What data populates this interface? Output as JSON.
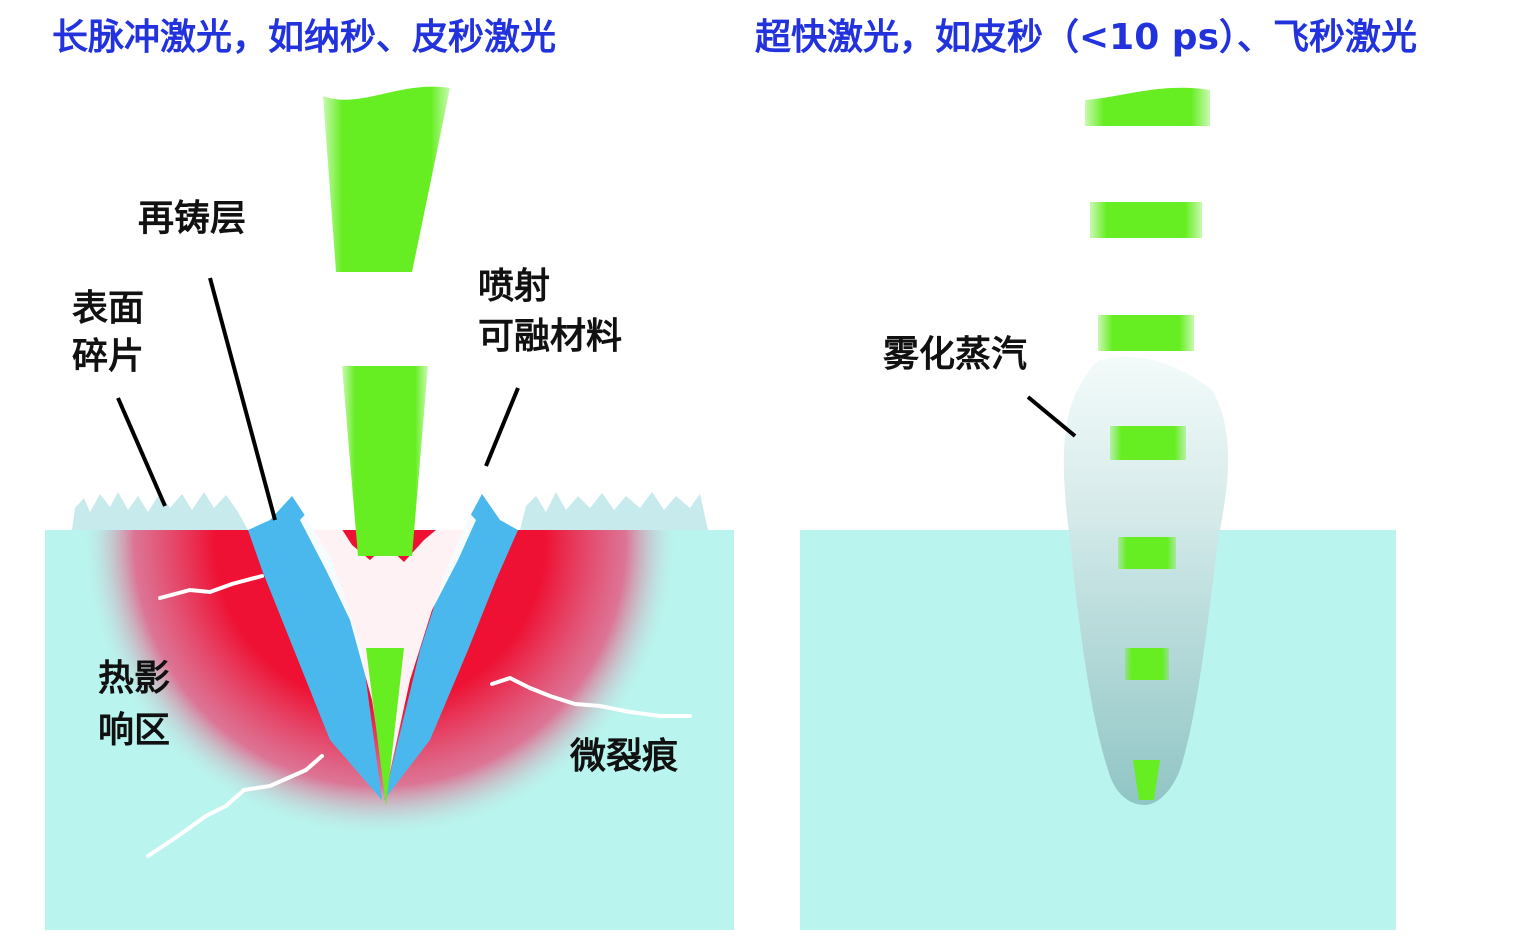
{
  "titles": {
    "left": "长脉冲激光，如纳秒、皮秒激光",
    "right": "超快激光，如皮秒（<10 ps）、飞秒激光"
  },
  "labels": {
    "recast_layer": "再铸层",
    "surface_debris_1": "表面",
    "surface_debris_2": "碎片",
    "ejected_1": "喷射",
    "ejected_2": "可融材料",
    "haz_1": "热影",
    "haz_2": "响区",
    "microcracks": "微裂痕",
    "vapor": "雾化蒸汽"
  },
  "colors": {
    "title": "#2233dd",
    "substrate": "#b9f5ee",
    "beam": "#66ee22",
    "heat": "#ee1133",
    "recast": "#4ab8ec"
  }
}
